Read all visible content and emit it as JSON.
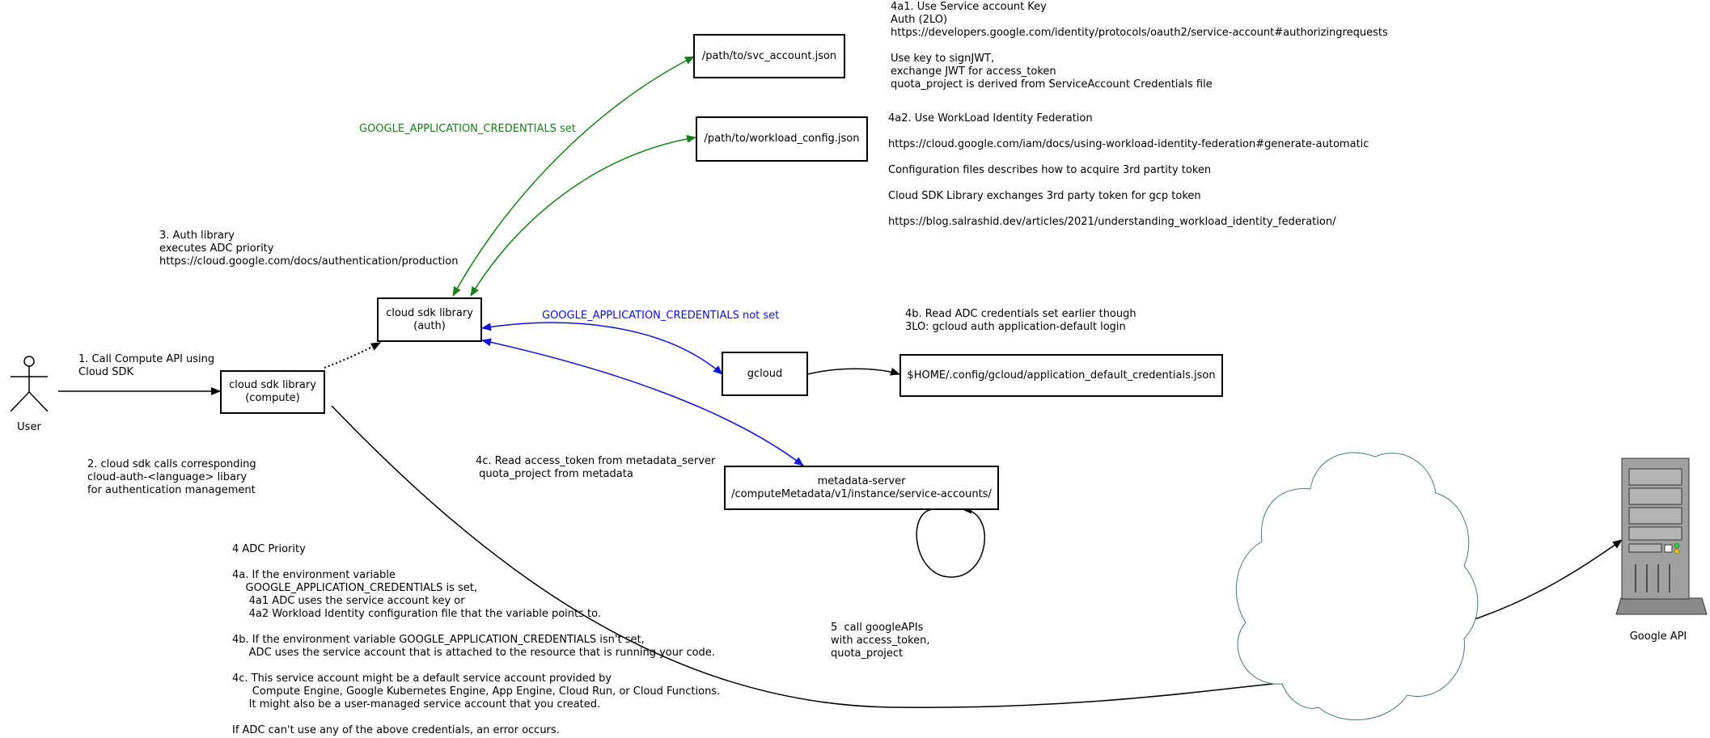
{
  "actors": {
    "user": "User",
    "google_api": "Google API"
  },
  "boxes": {
    "compute": "cloud sdk library\n(compute)",
    "auth": "cloud sdk library\n(auth)",
    "svc_account": "/path/to/svc_account.json",
    "workload_config": "/path/to/workload_config.json",
    "gcloud": "gcloud",
    "adc_file": "$HOME/.config/gcloud/application_default_credentials.json",
    "metadata": "metadata-server\n/computeMetadata/v1/instance/service-accounts/"
  },
  "notes": {
    "step1": "1. Call Compute API using\nCloud SDK",
    "step2": "2. cloud sdk calls corresponding\ncloud-auth-<language> libary\nfor authentication management",
    "step3": "3. Auth library\nexecutes ADC priority\nhttps://cloud.google.com/docs/authentication/production",
    "gac_set": "GOOGLE_APPLICATION_CREDENTIALS set",
    "gac_not_set": "GOOGLE_APPLICATION_CREDENTIALS not set",
    "step4a1": "4a1. Use Service account Key\nAuth (2LO)\nhttps://developers.google.com/identity/protocols/oauth2/service-account#authorizingrequests\n\nUse key to signJWT,\nexchange JWT for access_token\nquota_project is derived from ServiceAccount Credentials file",
    "step4a2": "4a2. Use WorkLoad Identity Federation\n\nhttps://cloud.google.com/iam/docs/using-workload-identity-federation#generate-automatic\n\nConfiguration files describes how to acquire 3rd partity token\n\nCloud SDK Library exchanges 3rd party token for gcp token\n\nhttps://blog.salrashid.dev/articles/2021/understanding_workload_identity_federation/",
    "step4b": "4b. Read ADC credentials set earlier though\n3LO: gcloud auth application-default login",
    "step4c": "4c. Read access_token from metadata_server\n quota_project from metadata",
    "step5": "5  call googleAPIs\nwith access_token,\nquota_project",
    "adc_priority": "4 ADC Priority\n\n4a. If the environment variable\n    GOOGLE_APPLICATION_CREDENTIALS is set,\n     4a1 ADC uses the service account key or\n     4a2 Workload Identity configuration file that the variable points to.\n\n4b. If the environment variable GOOGLE_APPLICATION_CREDENTIALS isn't set,\n     ADC uses the service account that is attached to the resource that is running your code.\n\n4c. This service account might be a default service account provided by\n      Compute Engine, Google Kubernetes Engine, App Engine, Cloud Run, or Cloud Functions.\n     It might also be a user-managed service account that you created.\n\nIf ADC can't use any of the above credentials, an error occurs."
  },
  "colors": {
    "green_edge": "#1a7f1a",
    "blue_edge": "#1010e0",
    "cloud_outline": "#4a7a7a",
    "server_body": "#a0a0a0"
  }
}
